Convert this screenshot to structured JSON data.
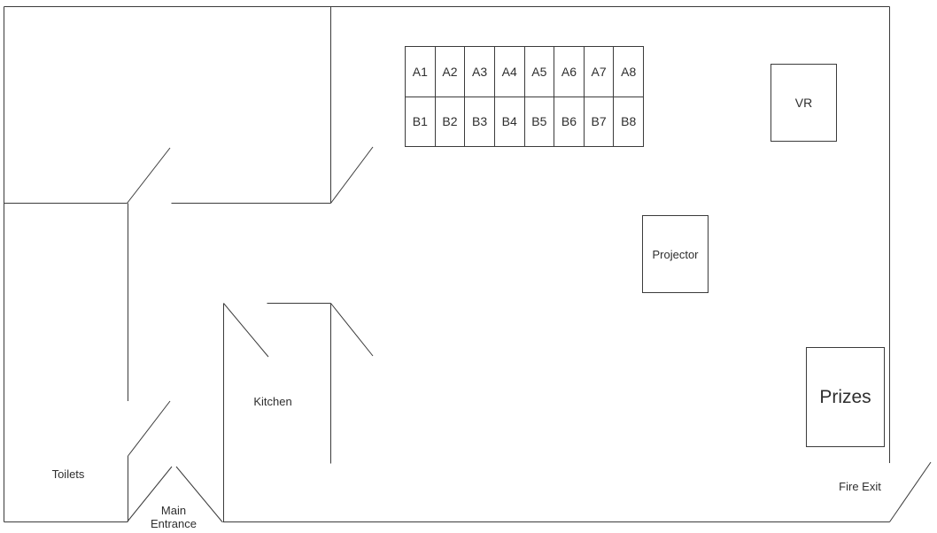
{
  "colors": {
    "background": "#ffffff",
    "line": "#3b3b3b",
    "text": "#2e2e2e"
  },
  "seating": {
    "row_a": [
      "A1",
      "A2",
      "A3",
      "A4",
      "A5",
      "A6",
      "A7",
      "A8"
    ],
    "row_b": [
      "B1",
      "B2",
      "B3",
      "B4",
      "B5",
      "B6",
      "B7",
      "B8"
    ]
  },
  "stations": {
    "vr": "VR",
    "projector": "Projector",
    "prizes": "Prizes"
  },
  "rooms": {
    "toilets": "Toilets",
    "kitchen": "Kitchen"
  },
  "exits": {
    "main_entrance": "Main Entrance",
    "fire_exit": "Fire Exit"
  }
}
